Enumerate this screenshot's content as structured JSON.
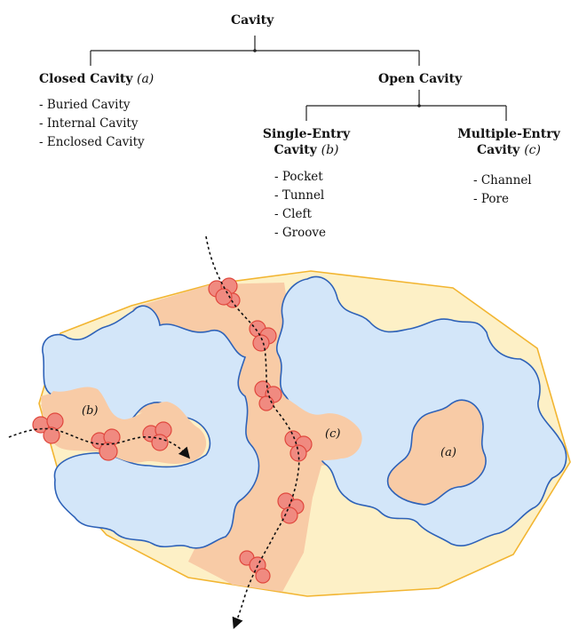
{
  "tree": {
    "root": "Cavity",
    "closed": {
      "title": "Closed Cavity",
      "tag": "(a)",
      "items": [
        "- Buried Cavity",
        "- Internal Cavity",
        "- Enclosed Cavity"
      ]
    },
    "open": {
      "title": "Open Cavity"
    },
    "single": {
      "title_line1": "Single-Entry",
      "title_line2": "Cavity",
      "tag": "(b)",
      "items": [
        "- Pocket",
        "- Tunnel",
        "- Cleft",
        "- Groove"
      ]
    },
    "multiple": {
      "title_line1": "Multiple-Entry",
      "title_line2": "Cavity",
      "tag": "(c)",
      "items": [
        "- Channel",
        "- Pore"
      ]
    }
  },
  "illustration": {
    "label_a": "(a)",
    "label_b": "(b)",
    "label_c": "(c)",
    "colors": {
      "hull_fill": "#fdf0c6",
      "hull_stroke": "#f2b531",
      "protein_fill": "#d3e6f9",
      "protein_stroke": "#2e62b8",
      "cavity_fill": "#f8cba6",
      "probe_fill": "#f08a80",
      "probe_stroke": "#e0473d"
    }
  }
}
